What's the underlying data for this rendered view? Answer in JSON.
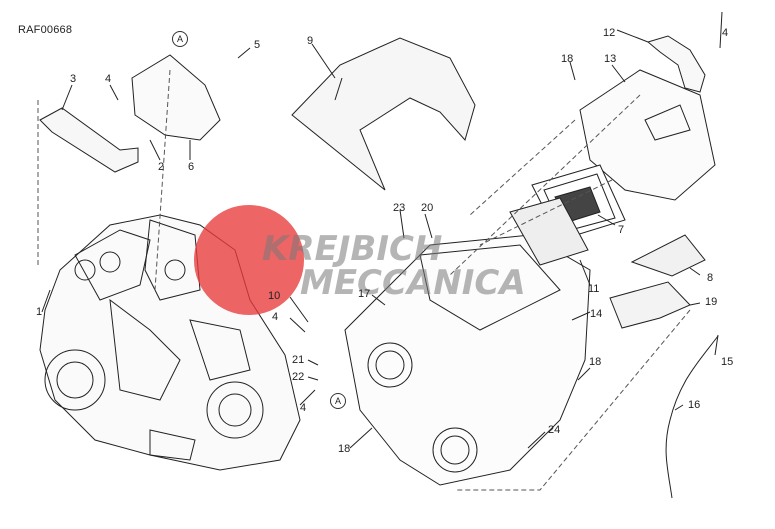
{
  "drawing_code": "RAF00668",
  "callout_letter": "A",
  "watermark": {
    "line1": "KREJBICH",
    "line2": "MECCANICA",
    "brand_color": "#e83a3a"
  },
  "part_refs": [
    "1",
    "2",
    "3",
    "4",
    "5",
    "6",
    "7",
    "8",
    "9",
    "10",
    "11",
    "12",
    "13",
    "14",
    "15",
    "16",
    "17",
    "18",
    "19",
    "20",
    "21",
    "22",
    "23",
    "24"
  ]
}
